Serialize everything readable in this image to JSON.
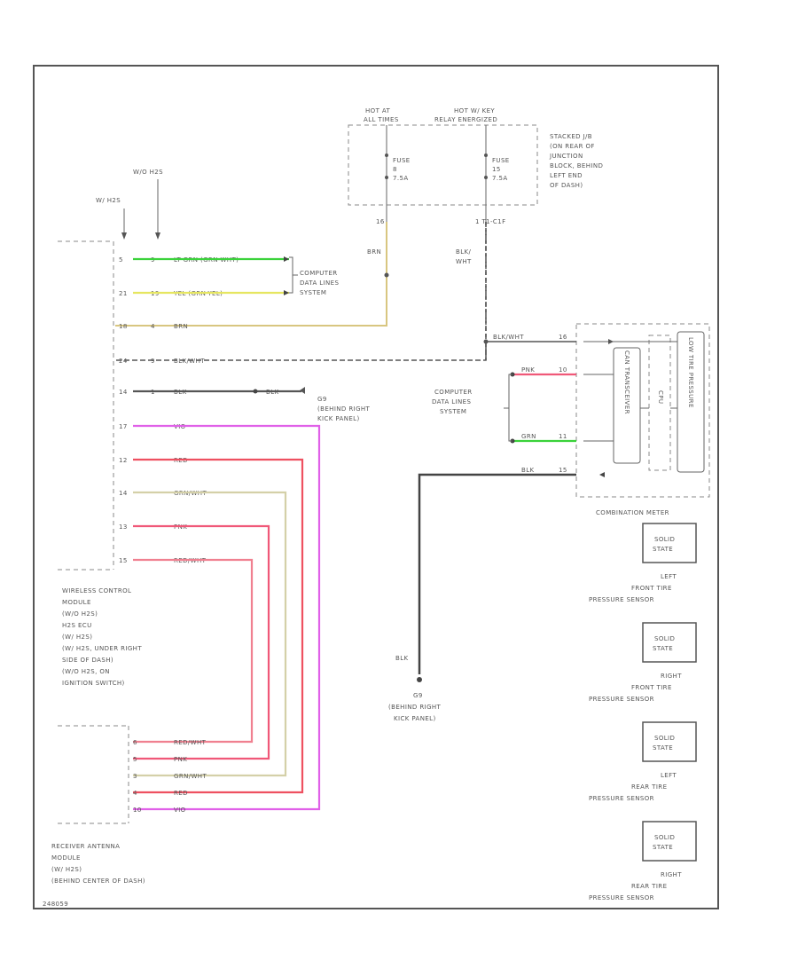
{
  "fuse_box": {
    "hot_at": [
      "HOT AT",
      "ALL TIMES"
    ],
    "hot_key": [
      "HOT W/ KEY",
      "RELAY ENERGIZED"
    ],
    "location": [
      "STACKED J/B",
      "(ON REAR OF",
      "JUNCTION",
      "BLOCK, BEHIND",
      "LEFT END",
      "OF DASH)"
    ],
    "fuse1": [
      "FUSE",
      "8",
      "7.5A"
    ],
    "fuse2": [
      "FUSE",
      "15",
      "7.5A"
    ],
    "pin1": "16",
    "pin2": "1 T1-C1F",
    "wire1": "BRN",
    "wire2": [
      "BLK/",
      "WHT"
    ]
  },
  "top_labels": [
    "W/ H2S",
    "W/O H2S"
  ],
  "data_lines": {
    "top": [
      "COMPUTER",
      "DATA LINES",
      "SYSTEM"
    ],
    "right": [
      "COMPUTER",
      "DATA LINES",
      "SYSTEM"
    ]
  },
  "ground_top": [
    "G9",
    "(BEHIND RIGHT",
    "KICK PANEL)"
  ],
  "ground_bottom": [
    "G9",
    "(BEHIND RIGHT",
    "KICK PANEL)"
  ],
  "module": {
    "rows": [
      {
        "pin": "5",
        "pin2": "9",
        "wire": "LT GRN (GRN-WHT)",
        "color": "#3ad23a"
      },
      {
        "pin": "21",
        "pin2": "19",
        "wire": "YEL (GRN-YEL)",
        "color": "#e6e660"
      },
      {
        "pin": "18",
        "pin2": "4",
        "wire": "BRN",
        "color": "#d8c680"
      },
      {
        "pin": "24",
        "pin2": "9",
        "wire": "BLK/WHT",
        "color": "#555555"
      },
      {
        "pin": "14",
        "pin2": "1",
        "wire": "BLK",
        "color": "#555555"
      },
      {
        "pin": "17",
        "pin2": "",
        "wire": "VIO",
        "color": "#e060e8"
      },
      {
        "pin": "12",
        "pin2": "",
        "wire": "RED",
        "color": "#ee5060"
      },
      {
        "pin": "14",
        "pin2": "",
        "wire": "GRN/WHT",
        "color": "#d4d0a8"
      },
      {
        "pin": "13",
        "pin2": "",
        "wire": "PNK",
        "color": "#f05878"
      },
      {
        "pin": "15",
        "pin2": "",
        "wire": "RED/WHT",
        "color": "#f08090"
      }
    ],
    "blk_label": "BLK",
    "label": [
      "WIRELESS CONTROL",
      "MODULE",
      "(W/O H2S)",
      "H2S ECU",
      "(W/ H2S)",
      "(W/ H2S, UNDER RIGHT",
      "SIDE OF DASH)",
      "(W/O H2S, ON",
      "IGNITION SWITCH)"
    ]
  },
  "antenna": {
    "rows": [
      {
        "pin": "6",
        "wire": "RED/WHT",
        "color": "#f08090"
      },
      {
        "pin": "5",
        "wire": "PNK",
        "color": "#f05878"
      },
      {
        "pin": "3",
        "wire": "GRN/WHT",
        "color": "#d4d0a8"
      },
      {
        "pin": "4",
        "wire": "RED",
        "color": "#ee5060"
      },
      {
        "pin": "10",
        "wire": "VIO",
        "color": "#e060e8"
      }
    ],
    "label": [
      "RECEIVER ANTENNA",
      "MODULE",
      "(W/ H2S)",
      "(BEHIND CENTER OF DASH)"
    ]
  },
  "meter": {
    "in_wire": "BLK/WHT",
    "in_pin": "16",
    "rows": [
      {
        "wire": "PNK",
        "pin": "10",
        "color": "#f05878"
      },
      {
        "wire": "GRN",
        "pin": "11",
        "color": "#3ad23a"
      },
      {
        "wire": "BLK",
        "pin": "15",
        "color": "#555555"
      }
    ],
    "inner": [
      "CAN TRANSCEIVER",
      "CPU",
      "LOW TIRE PRESSURE"
    ],
    "label": "COMBINATION METER"
  },
  "ground_wire": "BLK",
  "sensors": [
    {
      "box": [
        "SOLID",
        "STATE"
      ],
      "label": [
        "LEFT",
        "FRONT TIRE",
        "PRESSURE SENSOR"
      ]
    },
    {
      "box": [
        "SOLID",
        "STATE"
      ],
      "label": [
        "RIGHT",
        "FRONT TIRE",
        "PRESSURE SENSOR"
      ]
    },
    {
      "box": [
        "SOLID",
        "STATE"
      ],
      "label": [
        "LEFT",
        "REAR TIRE",
        "PRESSURE SENSOR"
      ]
    },
    {
      "box": [
        "SOLID",
        "STATE"
      ],
      "label": [
        "RIGHT",
        "REAR TIRE",
        "PRESSURE SENSOR"
      ]
    }
  ],
  "corner_code": "248059"
}
